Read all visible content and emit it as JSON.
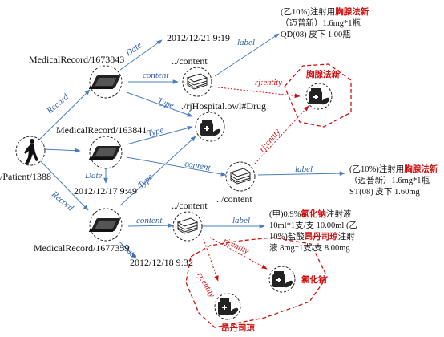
{
  "patient": {
    "label": "/Patient/1388",
    "icon": "walking-person-icon"
  },
  "records": [
    {
      "label": "MedicalRecord/1673843",
      "date": "2012/12/21 9:19"
    },
    {
      "label": "MedicalRecord/163841",
      "date": "2012/12/17 9:49"
    },
    {
      "label": "MedicalRecord/1677359",
      "date": "2012/12/18 9:32"
    }
  ],
  "content_nodes": [
    "../content",
    "../content",
    "../content"
  ],
  "drug_type": "./rjHospital.owl#Drug",
  "edges": {
    "record": "Record",
    "date": "Date",
    "content": "content",
    "type": "Type",
    "label": "label",
    "entity": "rj:entity"
  },
  "labels": [
    {
      "line1_prefix": "(乙10%)注射用",
      "line1_drug": "胸腺法新",
      "line2": "（迈普新）1.6mg*1瓶",
      "line3": "QD(08) 皮下 1.00瓶"
    },
    {
      "line1_prefix": "(乙10%)注射用",
      "line1_drug": "胸腺法新",
      "line2": "（迈普新）1.6mg*1瓶",
      "line3": "ST(08) 皮下 1.60mg"
    },
    {
      "line1_a": "(甲)0.9%",
      "line1_drug": "氯化钠",
      "line1_b": "注射液",
      "line2": "10ml*1支/支 10.00ml (乙",
      "line3_a": "10%)盐酸",
      "line3_drug": "昂丹司琼",
      "line3_b": "注射",
      "line4": "液 8mg*1支/支 8.00mg"
    }
  ],
  "entities": [
    "胸腺法新",
    "氯化钠",
    "昂丹司琼"
  ],
  "colors": {
    "edge": "#4a7cc0",
    "entity": "#d01010",
    "dashed_circle": "#222222"
  },
  "icons": [
    "device-icon",
    "document-stack-icon",
    "medicine-bottle-icon"
  ]
}
